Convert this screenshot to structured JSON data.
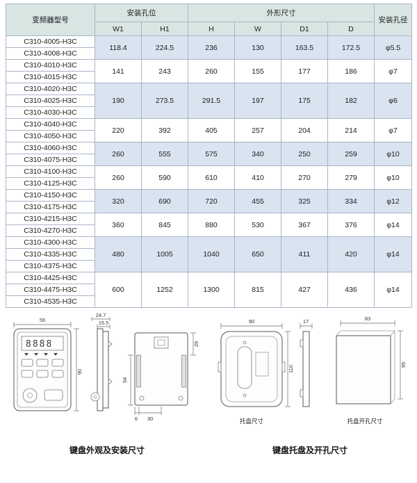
{
  "colors": {
    "header_model_bg": "#8c9ed4",
    "header_sub_bg": "#d8e5e3",
    "row_alt_bg": "#dae4f0"
  },
  "table": {
    "header": {
      "model": "变频器型号",
      "mount_holes": "安装孔位",
      "outline": "外形尺寸",
      "hole_dia": "安装孔径",
      "cols": [
        "W1",
        "H1",
        "H",
        "W",
        "D1",
        "D"
      ]
    },
    "groups": [
      {
        "models": [
          "C310-4005-H3C",
          "C310-4008-H3C"
        ],
        "vals": [
          "118.4",
          "224.5",
          "236",
          "130",
          "163.5",
          "172.5"
        ],
        "hole": "φ5.5"
      },
      {
        "models": [
          "C310-4010-H3C",
          "C310-4015-H3C"
        ],
        "vals": [
          "141",
          "243",
          "260",
          "155",
          "177",
          "186"
        ],
        "hole": "φ7"
      },
      {
        "models": [
          "C310-4020-H3C",
          "C310-4025-H3C",
          "C310-4030-H3C"
        ],
        "vals": [
          "190",
          "273.5",
          "291.5",
          "197",
          "175",
          "182"
        ],
        "hole": "φ6"
      },
      {
        "models": [
          "C310-4040-H3C",
          "C310-4050-H3C"
        ],
        "vals": [
          "220",
          "392",
          "405",
          "257",
          "204",
          "214"
        ],
        "hole": "φ7"
      },
      {
        "models": [
          "C310-4060-H3C",
          "C310-4075-H3C"
        ],
        "vals": [
          "260",
          "555",
          "575",
          "340",
          "250",
          "259"
        ],
        "hole": "φ10"
      },
      {
        "models": [
          "C310-4100-H3C",
          "C310-4125-H3C"
        ],
        "vals": [
          "260",
          "590",
          "610",
          "410",
          "270",
          "279"
        ],
        "hole": "φ10"
      },
      {
        "models": [
          "C310-4150-H3C",
          "C310-4175-H3C"
        ],
        "vals": [
          "320",
          "690",
          "720",
          "455",
          "325",
          "334"
        ],
        "hole": "φ12"
      },
      {
        "models": [
          "C310-4215-H3C",
          "C310-4270-H3C"
        ],
        "vals": [
          "360",
          "845",
          "880",
          "530",
          "367",
          "376"
        ],
        "hole": "φ14"
      },
      {
        "models": [
          "C310-4300-H3C",
          "C310-4335-H3C",
          "C310-4375-H3C"
        ],
        "vals": [
          "480",
          "1005",
          "1040",
          "650",
          "411",
          "420"
        ],
        "hole": "φ14"
      },
      {
        "models": [
          "C310-4425-H3C",
          "C310-4475-H3C",
          "C310-4535-H3C"
        ],
        "vals": [
          "600",
          "1252",
          "1300",
          "815",
          "427",
          "436"
        ],
        "hole": "φ14"
      }
    ]
  },
  "drawings": {
    "keypad_front": {
      "dim_w": "56",
      "dim_h": "90",
      "display": "8888"
    },
    "keypad_side": {
      "dim_depth": "24.7",
      "dim_depth_inner": "15.5"
    },
    "keypad_back": {
      "dim_top": "29",
      "dim_left": "54",
      "dim_bottom_offset": "6",
      "dim_bottom": "30"
    },
    "tray_front": {
      "dim_w": "90",
      "dim_h": "110",
      "label": "托盘尺寸"
    },
    "tray_side": {
      "dim_w": "17"
    },
    "opening": {
      "dim_w": "83",
      "dim_h": "95",
      "label": "托盘开孔尺寸"
    },
    "captions": {
      "left": "键盘外观及安装尺寸",
      "right": "键盘托盘及开孔尺寸"
    }
  }
}
